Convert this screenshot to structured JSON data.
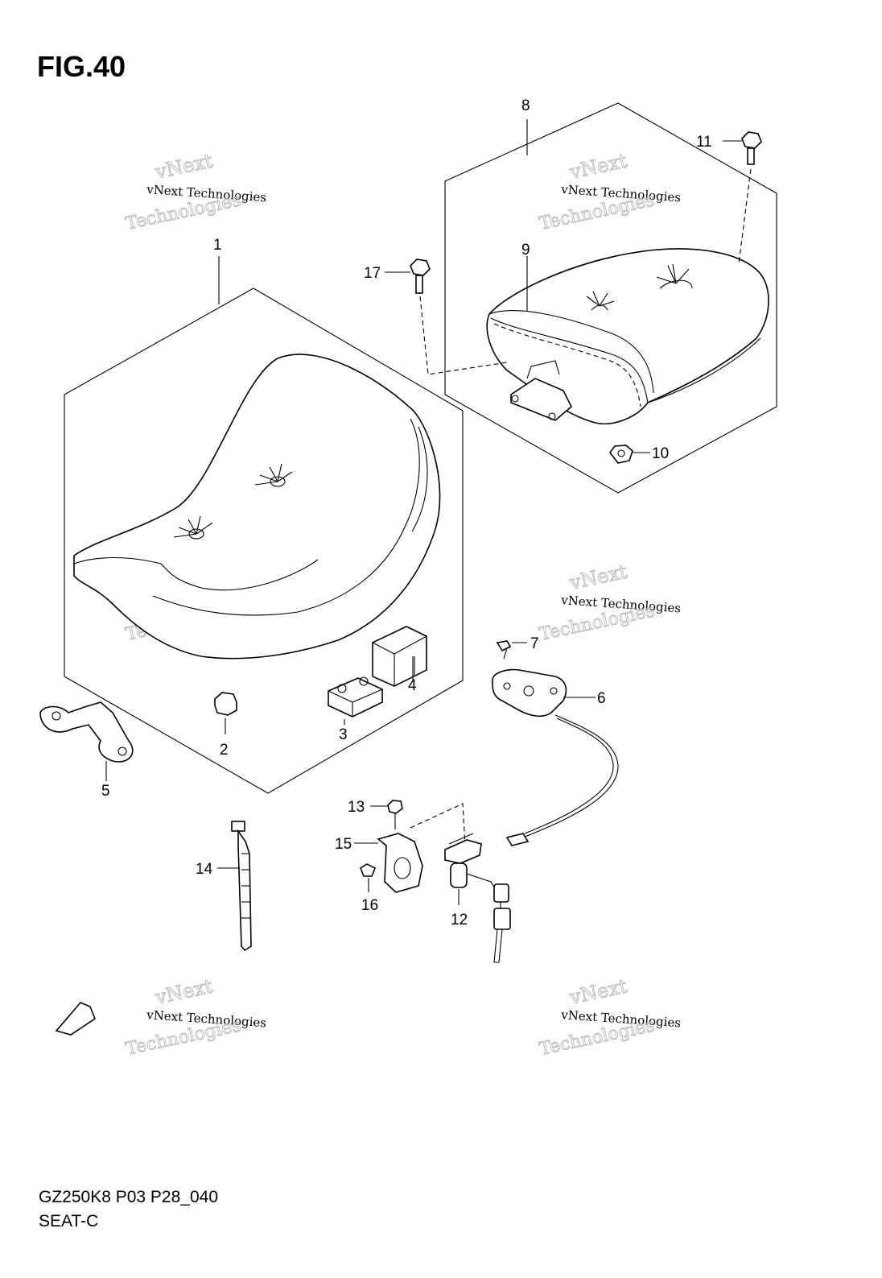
{
  "figure": {
    "title": "FIG.40",
    "footer_code": "GZ250K8 P03 P28_040",
    "footer_name": "SEAT-C",
    "direction_label": "FWD"
  },
  "callouts": [
    "1",
    "2",
    "3",
    "4",
    "5",
    "6",
    "7",
    "8",
    "9",
    "10",
    "11",
    "12",
    "13",
    "14",
    "15",
    "16",
    "17"
  ],
  "watermark": {
    "line1": "vNext",
    "line2": "vNext Technologies",
    "line3": "Technologies"
  }
}
